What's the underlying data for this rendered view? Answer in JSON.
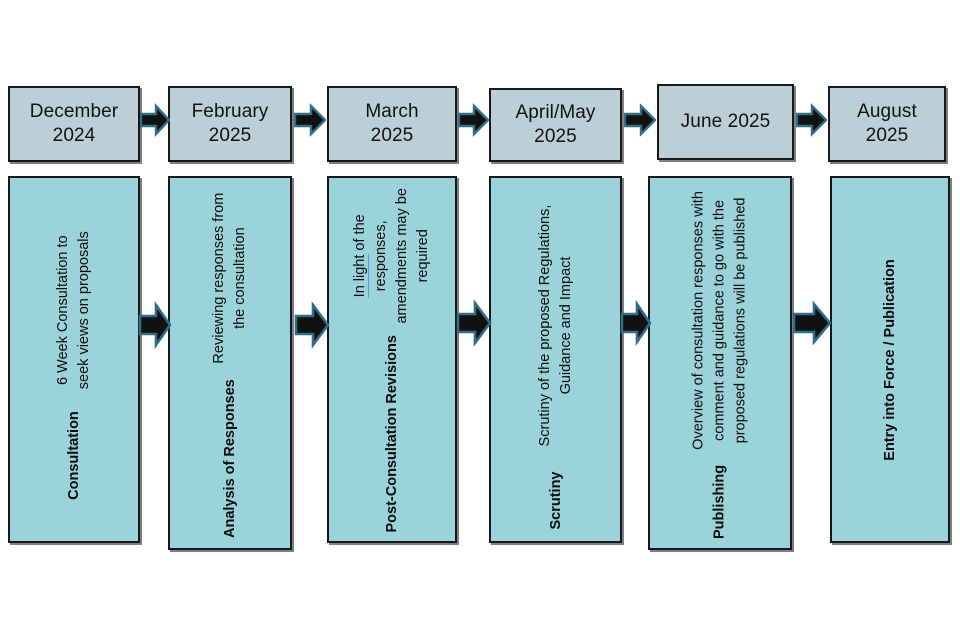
{
  "diagram": {
    "title": "Regulatory process timeline",
    "colors": {
      "date_box_fill": "#bccfd6",
      "stage_box_fill": "#9ad3da",
      "box_border": "#17181a",
      "arrow_fill": "#111111",
      "arrow_outline": "#2e6f87",
      "page_background": "#ffffff"
    },
    "timeline": [
      {
        "date": "December\n2024",
        "stage_title": "Consultation",
        "stage_desc": "6 Week Consultation to seek views on proposals"
      },
      {
        "date": "February\n2025",
        "stage_title": "Analysis of Responses",
        "stage_desc": "Reviewing responses from the consultation"
      },
      {
        "date": "March\n2025",
        "stage_title": "Post-Consultation Revisions",
        "stage_desc": "In light of the responses, amendments may be required"
      },
      {
        "date": "April/May\n2025",
        "stage_title": "Scrutiny",
        "stage_desc": "Scrutiny of the proposed Regulations, Guidance and Impact"
      },
      {
        "date": "June 2025",
        "stage_title": "Publishing",
        "stage_desc": "Overview of consultation responses with comment and guidance to go with the proposed regulations will be published"
      },
      {
        "date": "August\n2025",
        "stage_title": "Entry into Force / Publication",
        "stage_desc": ""
      }
    ],
    "arrows": {
      "icon": "right-block-arrow-icon",
      "count_top": 5,
      "count_bottom": 5,
      "direction": "right"
    }
  }
}
